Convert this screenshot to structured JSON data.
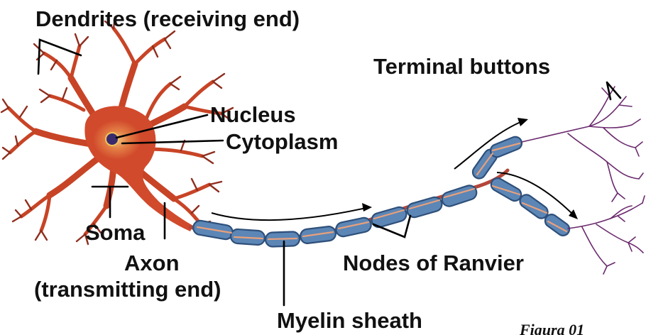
{
  "labels": {
    "dendrites": "Dendrites (receiving end)",
    "terminal_buttons": "Terminal buttons",
    "nucleus": "Nucleus",
    "cytoplasm": "Cytoplasm",
    "soma": "Soma",
    "axon": "Axon",
    "axon_sub": "(transmitting end)",
    "nodes_of_ranvier": "Nodes of Ranvier",
    "myelin_sheath": "Myelin sheath",
    "figure": "Figura 01"
  },
  "colors": {
    "cell_body": "#d14a2c",
    "dendrite": "#c84426",
    "nucleus": "#3a2b6e",
    "cytoplasm_glow": "#f1c15a",
    "myelin": "#5c86b5",
    "terminal": "#6b2a6e",
    "text": "#111111"
  }
}
